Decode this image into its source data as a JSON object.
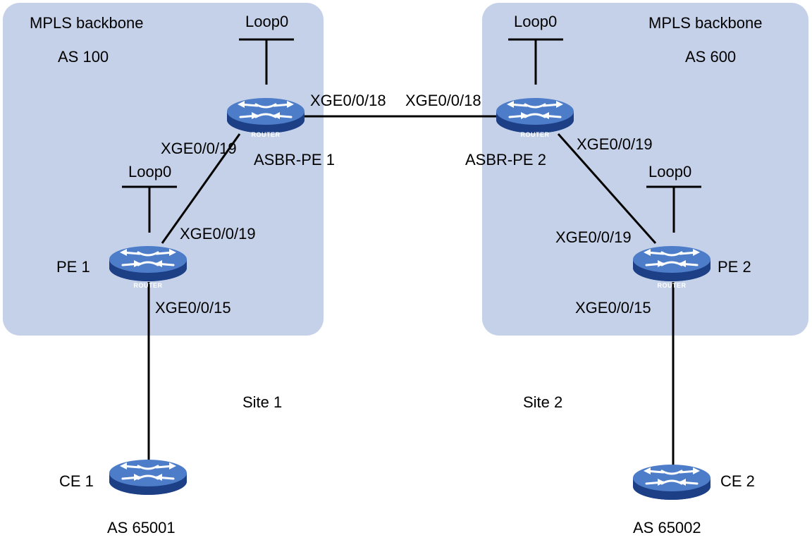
{
  "colors": {
    "region_fill": "#c5d1e8",
    "link": "#000000",
    "router_top": "#4d7cc9",
    "router_side": "#1c3f86",
    "router_arrow": "#ffffff"
  },
  "regions": {
    "as100": {
      "title": "MPLS backbone",
      "as": "AS 100"
    },
    "as600": {
      "title": "MPLS backbone",
      "as": "AS 600"
    }
  },
  "router_badge": "ROUTER",
  "router_icon": "router-icon",
  "routers": {
    "asbr1": {
      "name": "ASBR-PE 1",
      "loop": "Loop0"
    },
    "asbr2": {
      "name": "ASBR-PE 2",
      "loop": "Loop0"
    },
    "pe1": {
      "name": "PE 1",
      "loop": "Loop0"
    },
    "pe2": {
      "name": "PE 2",
      "loop": "Loop0"
    },
    "ce1": {
      "name": "CE 1",
      "as": "AS 65001"
    },
    "ce2": {
      "name": "CE 2",
      "as": "AS 65002"
    }
  },
  "interfaces": {
    "asbr1_to_asbr2": "XGE0/0/18",
    "asbr2_to_asbr1": "XGE0/0/18",
    "asbr1_to_pe1": "XGE0/0/19",
    "pe1_to_asbr1": "XGE0/0/19",
    "asbr2_to_pe2": "XGE0/0/19",
    "pe2_to_asbr2": "XGE0/0/19",
    "pe1_to_ce1": "XGE0/0/15",
    "pe2_to_ce2": "XGE0/0/15"
  },
  "sites": {
    "site1": "Site 1",
    "site2": "Site 2"
  }
}
